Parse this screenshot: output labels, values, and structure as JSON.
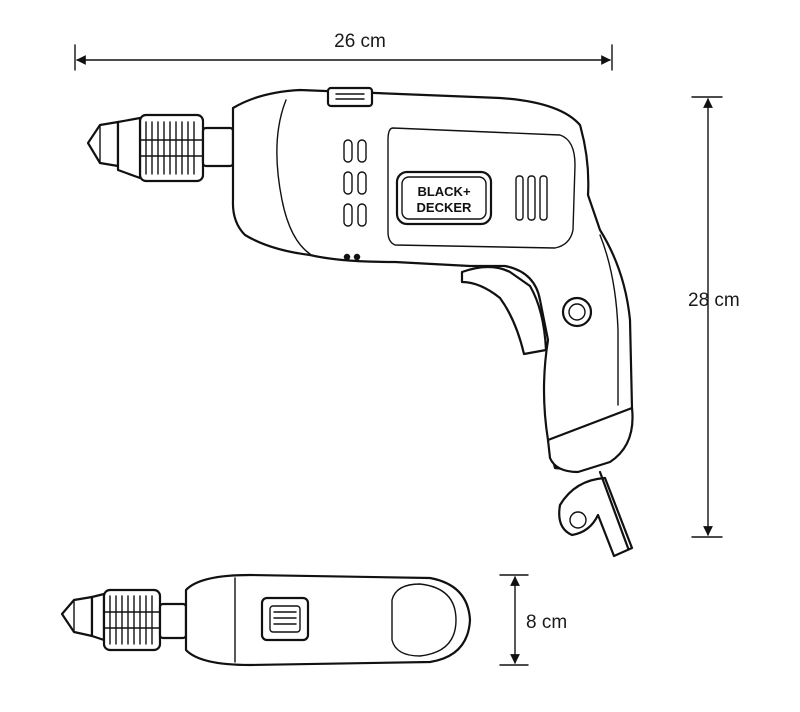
{
  "dimensions": {
    "width_label": "26 cm",
    "height_label": "28 cm",
    "depth_label": "8 cm"
  },
  "brand": {
    "line1": "BLACK+",
    "line2": "DECKER"
  }
}
